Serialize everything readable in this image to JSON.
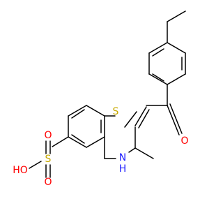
{
  "atoms": {
    "sulfur_ring": "S",
    "oxygen_carbonyl": "O",
    "nitrogen": "N",
    "hydrogen_nh": "H",
    "sulfur_sulfonyl": "S",
    "oxygen_sulfonyl_top": "O",
    "oxygen_sulfonyl_bottom": "O",
    "hydroxyl": "HO"
  },
  "colors": {
    "carbon_bonds": "#000000",
    "sulfur": "#c8aa00",
    "oxygen": "#ff0000",
    "nitrogen": "#2020ff"
  }
}
